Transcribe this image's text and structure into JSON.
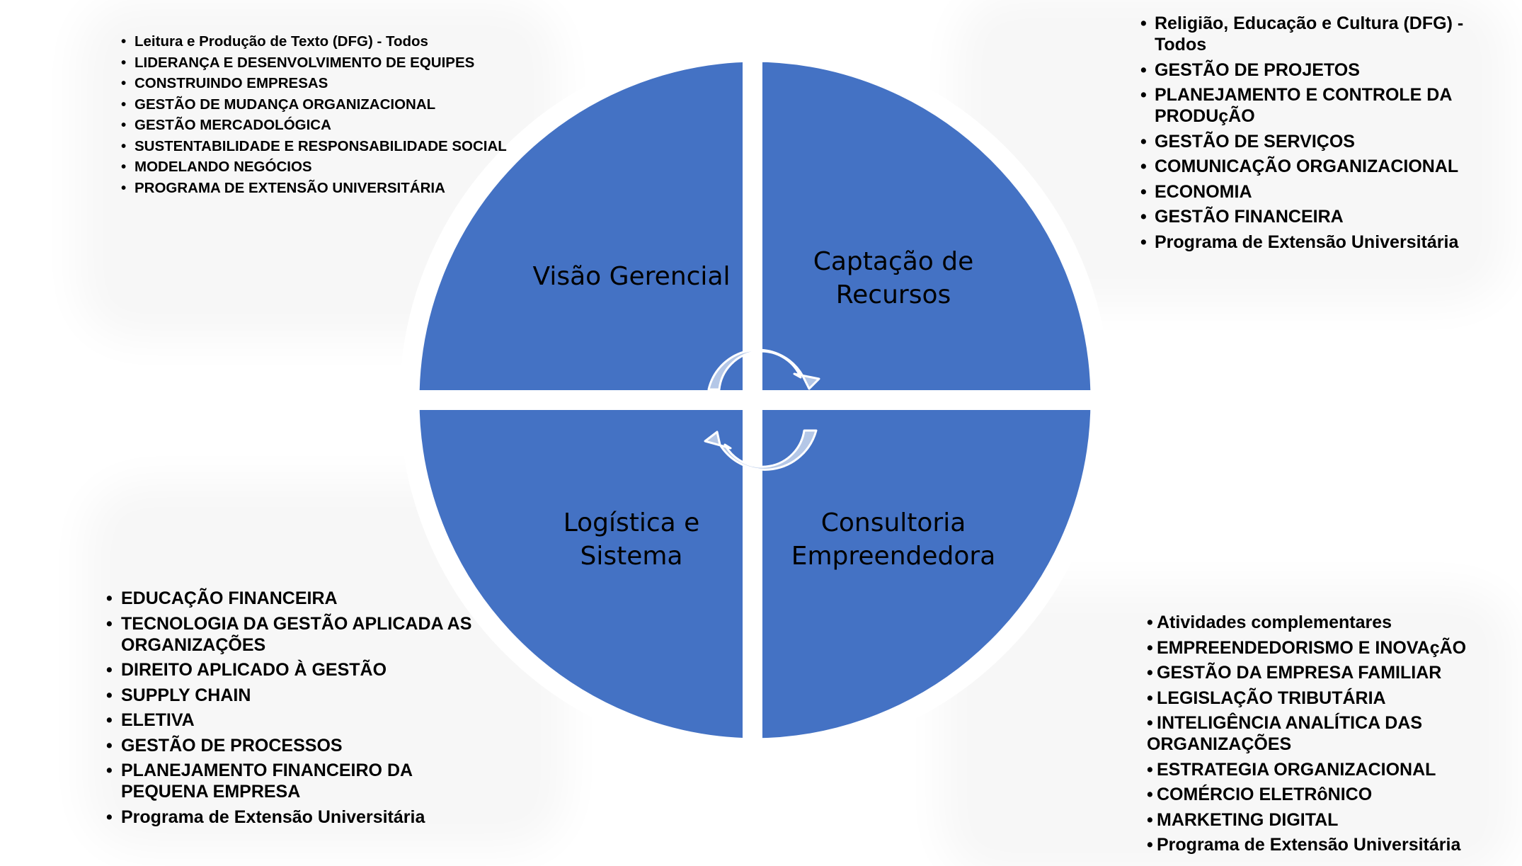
{
  "quadrants": {
    "top_left": {
      "lines": [
        "Visão Gerencial"
      ]
    },
    "top_right": {
      "lines": [
        "Captação de",
        "Recursos"
      ]
    },
    "bottom_left": {
      "lines": [
        "Logística e",
        "Sistema"
      ]
    },
    "bottom_right": {
      "lines": [
        "Consultoria",
        "Empreendedora"
      ]
    }
  },
  "lists": {
    "top_left": [
      "Leitura e Produção de Texto (DFG) - Todos",
      "LIDERANÇA E DESENVOLVIMENTO DE EQUIPES",
      "CONSTRUINDO EMPRESAS",
      "GESTÃO DE MUDANÇA ORGANIZACIONAL",
      "GESTÃO MERCADOLÓGICA",
      "SUSTENTABILIDADE E RESPONSABILIDADE SOCIAL",
      "MODELANDO NEGÓCIOS",
      "PROGRAMA DE EXTENSÃO UNIVERSITÁRIA"
    ],
    "top_right": [
      "Religião, Educação e Cultura (DFG) - Todos",
      "GESTÃO DE PROJETOS",
      "PLANEJAMENTO E CONTROLE DA PRODUçÃO",
      "GESTÃO DE SERVIÇOS",
      "COMUNICAÇÃO ORGANIZACIONAL",
      "ECONOMIA",
      "GESTÃO FINANCEIRA",
      "Programa de Extensão Universitária"
    ],
    "bottom_left": [
      "EDUCAÇÃO FINANCEIRA",
      "TECNOLOGIA DA GESTÃO APLICADA AS ORGANIZAÇÕES",
      "DIREITO APLICADO À GESTÃO",
      "SUPPLY CHAIN",
      "ELETIVA",
      "GESTÃO DE PROCESSOS",
      "PLANEJAMENTO FINANCEIRO DA PEQUENA EMPRESA",
      "Programa de Extensão Universitária"
    ],
    "bottom_right": [
      "Atividades complementares",
      "EMPREENDEDORISMO E INOVAçÃO",
      "GESTÃO DA EMPRESA FAMILIAR",
      "LEGISLAÇÃO TRIBUTÁRIA",
      "INTELIGÊNCIA ANALÍTICA DAS ORGANIZAÇÕES",
      "ESTRATEGIA ORGANIZACIONAL",
      "COMÉRCIO ELETRôNICO",
      "MARKETING DIGITAL",
      "Programa de Extensão Universitária"
    ]
  },
  "colors": {
    "quadrant_fill": "#4472c4",
    "arrow_fill": "#b4c7e7",
    "arrow_stroke": "#ffffff"
  },
  "icons": [
    "cycle-arrow-icon"
  ]
}
